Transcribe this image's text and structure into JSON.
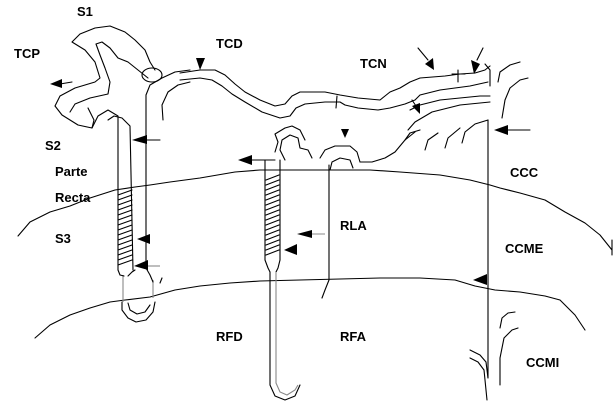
{
  "diagram": {
    "title": "Nephron segments and kidney zones",
    "labels": {
      "s1": "S1",
      "tcp": "TCP",
      "tcd": "TCD",
      "tcn": "TCN",
      "s2": "S2",
      "parte": "Parte",
      "recta": "Recta",
      "s3": "S3",
      "ccc": "CCC",
      "rla": "RLA",
      "ccme": "CCME",
      "rfd": "RFD",
      "rfa": "RFA",
      "ccmi": "CCMI"
    },
    "colors": {
      "line": "#000000",
      "secondary_line": "#888888",
      "background": "#ffffff"
    }
  }
}
